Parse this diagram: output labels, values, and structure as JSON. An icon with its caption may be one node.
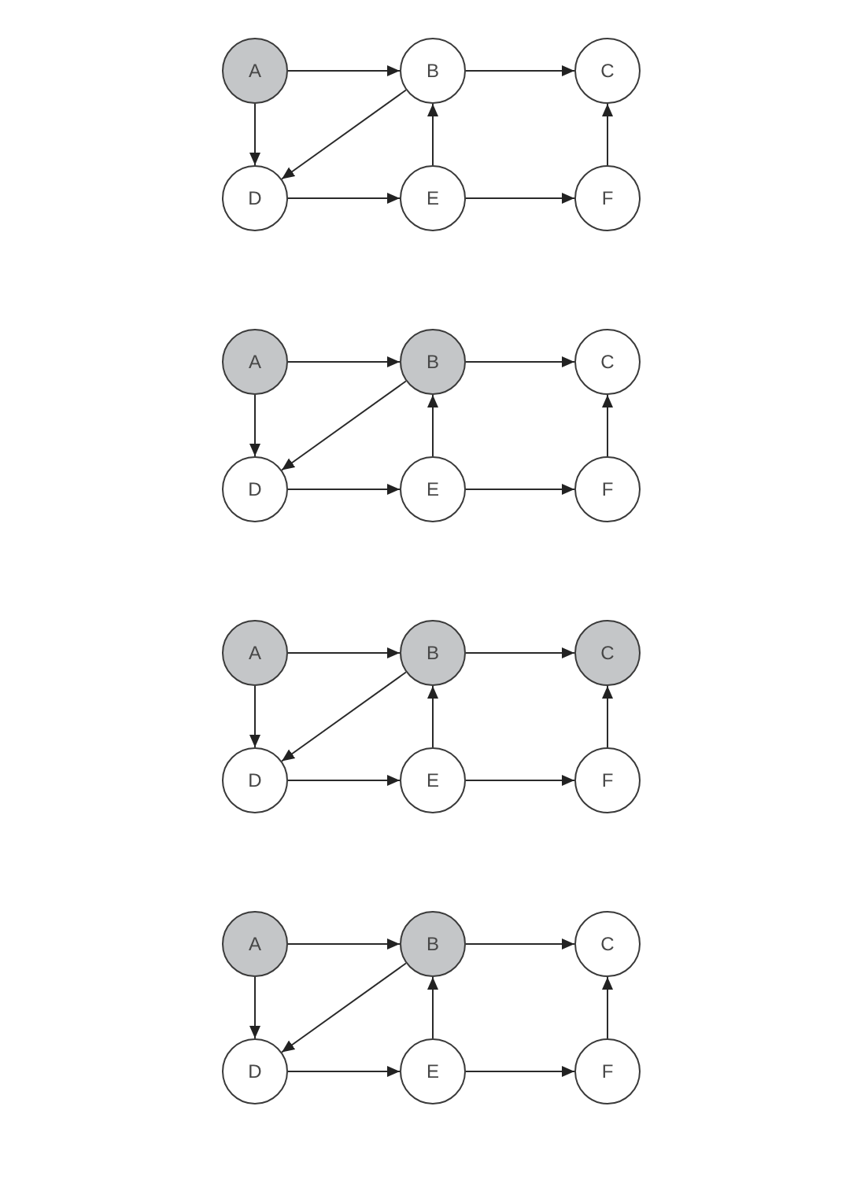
{
  "diagram": {
    "nodes": [
      {
        "text": [
          "A"
        ]
      },
      {
        "text": [
          "B"
        ]
      },
      {
        "text": [
          "C"
        ]
      },
      {
        "text": [
          "D"
        ]
      },
      {
        "text": [
          "E"
        ]
      },
      {
        "text": [
          "F"
        ]
      },
      {
        "text": [
          "A"
        ]
      },
      {
        "text": [
          "B"
        ]
      },
      {
        "text": [
          "C"
        ]
      },
      {
        "text": [
          "D"
        ]
      },
      {
        "text": [
          "E"
        ]
      },
      {
        "text": [
          "F"
        ]
      },
      {
        "text": [
          "A"
        ]
      },
      {
        "text": [
          "B"
        ]
      },
      {
        "text": [
          "C"
        ]
      },
      {
        "text": [
          "D"
        ]
      },
      {
        "text": [
          "E"
        ]
      },
      {
        "text": [
          "F"
        ]
      },
      {
        "text": [
          "A"
        ]
      },
      {
        "text": [
          "B"
        ]
      },
      {
        "text": [
          "C"
        ]
      },
      {
        "text": [
          "D"
        ]
      },
      {
        "text": [
          "E"
        ]
      },
      {
        "text": [
          "F"
        ]
      }
    ],
    "edges": [
      {
        "from": 0,
        "to": 1,
        "arrow": "to"
      },
      {
        "from": 1,
        "to": 2,
        "arrow": "to"
      },
      {
        "from": 0,
        "to": 3,
        "arrow": "to"
      },
      {
        "from": 1,
        "to": 3,
        "arrow": "to"
      },
      {
        "from": 4,
        "to": 1,
        "arrow": "to"
      },
      {
        "from": 5,
        "to": 2,
        "arrow": "to"
      },
      {
        "from": 3,
        "to": 4,
        "arrow": "to"
      },
      {
        "from": 4,
        "to": 5,
        "arrow": "to"
      },
      {
        "from": 6,
        "to": 7,
        "arrow": "to"
      },
      {
        "from": 7,
        "to": 8,
        "arrow": "to"
      },
      {
        "from": 6,
        "to": 9,
        "arrow": "to"
      },
      {
        "from": 7,
        "to": 9,
        "arrow": "to"
      },
      {
        "from": 10,
        "to": 7,
        "arrow": "to"
      },
      {
        "from": 11,
        "to": 8,
        "arrow": "to"
      },
      {
        "from": 9,
        "to": 10,
        "arrow": "to"
      },
      {
        "from": 10,
        "to": 11,
        "arrow": "to"
      },
      {
        "from": 12,
        "to": 13,
        "arrow": "to"
      },
      {
        "from": 13,
        "to": 14,
        "arrow": "to"
      },
      {
        "from": 12,
        "to": 15,
        "arrow": "to"
      },
      {
        "from": 13,
        "to": 15,
        "arrow": "to"
      },
      {
        "from": 16,
        "to": 13,
        "arrow": "to"
      },
      {
        "from": 17,
        "to": 14,
        "arrow": "to"
      },
      {
        "from": 15,
        "to": 16,
        "arrow": "to"
      },
      {
        "from": 16,
        "to": 17,
        "arrow": "to"
      },
      {
        "from": 18,
        "to": 19,
        "arrow": "to"
      },
      {
        "from": 19,
        "to": 20,
        "arrow": "to"
      },
      {
        "from": 18,
        "to": 21,
        "arrow": "to"
      },
      {
        "from": 19,
        "to": 21,
        "arrow": "to"
      },
      {
        "from": 22,
        "to": 19,
        "arrow": "to"
      },
      {
        "from": 23,
        "to": 20,
        "arrow": "to"
      },
      {
        "from": 21,
        "to": 22,
        "arrow": "to"
      },
      {
        "from": 22,
        "to": 23,
        "arrow": "to"
      }
    ]
  }
}
